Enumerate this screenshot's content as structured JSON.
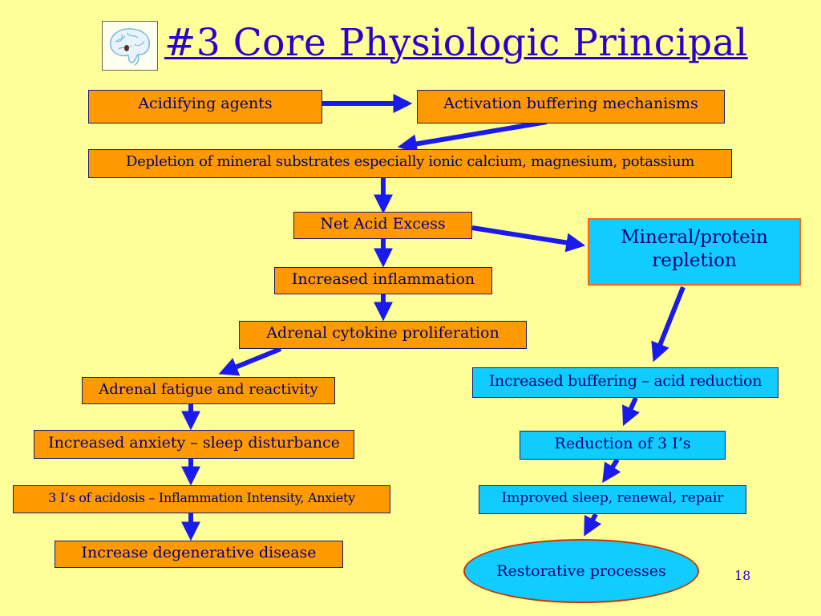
{
  "slide": {
    "title": "#3 Core Physiologic Principal",
    "slide_number": "18",
    "logo_icon": "brain-icon"
  },
  "colors": {
    "background": "#ffff99",
    "box_orange": "#ff9900",
    "box_cyan": "#11ccff",
    "arrow": "#1a1aee",
    "text": "#000080",
    "title": "#2a00cc"
  },
  "nodes": {
    "acidifying_agents": "Acidifying agents",
    "activation_buffering": "Activation buffering mechanisms",
    "depletion": "Depletion of mineral substrates especially ionic calcium, magnesium, potassium",
    "net_acid_excess": "Net Acid Excess",
    "mineral_protein_repletion": "Mineral/protein repletion",
    "increased_inflammation": "Increased inflammation",
    "adrenal_cytokine": "Adrenal cytokine proliferation",
    "adrenal_fatigue": "Adrenal fatigue and reactivity",
    "increased_buffering": "Increased buffering – acid reduction",
    "increased_anxiety": "Increased anxiety – sleep disturbance",
    "reduction_3is": "Reduction of 3 I’s",
    "three_is_acidosis": "3 I’s of acidosis – Inflammation Intensity, Anxiety",
    "improved_sleep": "Improved sleep, renewal, repair",
    "increase_degenerative": "Increase degenerative disease",
    "restorative_processes": "Restorative processes"
  }
}
